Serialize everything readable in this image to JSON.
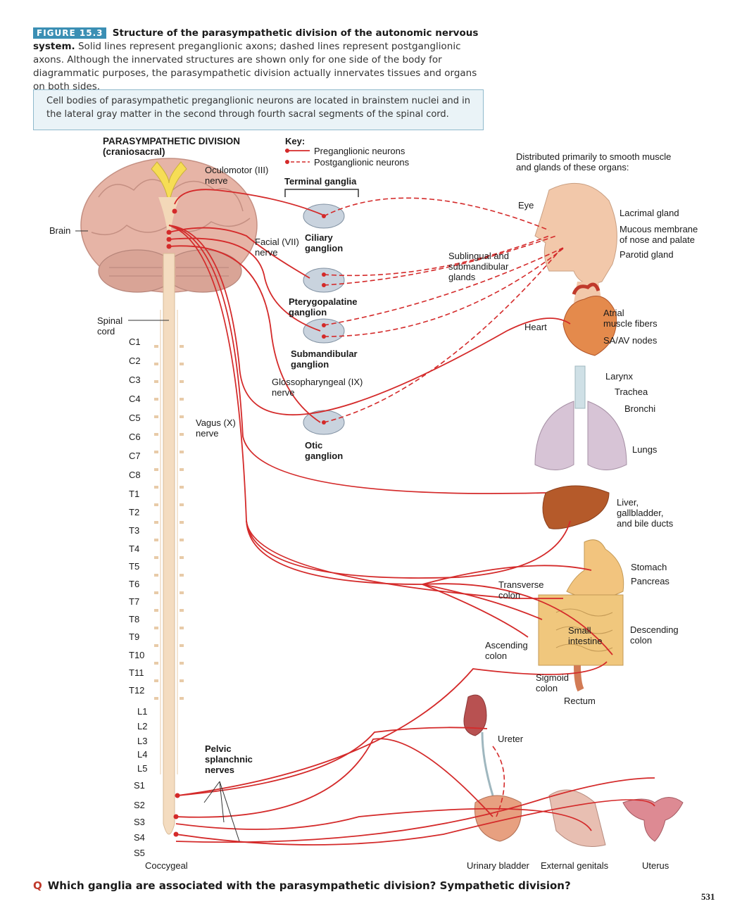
{
  "caption": {
    "figure_tag": "FIGURE 15.3",
    "title": "Structure of the parasympathetic division of the autonomic nervous system.",
    "body": "Solid lines represent preganglionic axons; dashed lines represent postganglionic axons. Although the innervated structures are shown only for one side of the body for diagrammatic purposes, the parasympathetic division actually innervates tissues and organs on both sides."
  },
  "note": "Cell bodies of parasympathetic preganglionic neurons are located in brainstem nuclei and in the lateral gray matter in the second through fourth sacral segments of the spinal cord.",
  "heading": {
    "line1": "PARASYMPATHETIC DIVISION",
    "line2": "(craniosacral)"
  },
  "key": {
    "title": "Key:",
    "pre": "Preganglionic neurons",
    "post": "Postganglionic neurons"
  },
  "distributed": {
    "line1": "Distributed primarily to smooth muscle",
    "line2": "and glands of these organs:"
  },
  "terminal_ganglia": "Terminal ganglia",
  "brain": "Brain",
  "spinal_cord": {
    "line1": "Spinal",
    "line2": "cord"
  },
  "segments": [
    "C1",
    "C2",
    "C3",
    "C4",
    "C5",
    "C6",
    "C7",
    "C8",
    "T1",
    "T2",
    "T3",
    "T4",
    "T5",
    "T6",
    "T7",
    "T8",
    "T9",
    "T10",
    "T11",
    "T12",
    "L1",
    "L2",
    "L3",
    "L4",
    "L5",
    "S1",
    "S2",
    "S3",
    "S4",
    "S5",
    "Coccygeal"
  ],
  "nerves": {
    "oculomotor": {
      "line1": "Oculomotor (III)",
      "line2": "nerve"
    },
    "facial": {
      "line1": "Facial (VII)",
      "line2": "nerve"
    },
    "glossopharyngeal": {
      "line1": "Glossopharyngeal (IX)",
      "line2": "nerve"
    },
    "vagus": {
      "line1": "Vagus (X)",
      "line2": "nerve"
    },
    "pelvic": {
      "line1": "Pelvic",
      "line2": "splanchnic",
      "line3": "nerves"
    }
  },
  "ganglia": {
    "ciliary": {
      "line1": "Ciliary",
      "line2": "ganglion"
    },
    "pterygopalatine": {
      "line1": "Pterygopalatine",
      "line2": "ganglion"
    },
    "submandibular": {
      "line1": "Submandibular",
      "line2": "ganglion"
    },
    "otic": {
      "line1": "Otic",
      "line2": "ganglion"
    }
  },
  "organs": {
    "eye": "Eye",
    "lacrimal": "Lacrimal gland",
    "mucous": {
      "line1": "Mucous membrane",
      "line2": "of nose and palate"
    },
    "parotid": "Parotid gland",
    "sublingual": {
      "line1": "Sublingual and",
      "line2": "submandibular",
      "line3": "glands"
    },
    "heart": "Heart",
    "atrial": {
      "line1": "Atrial",
      "line2": "muscle fibers"
    },
    "sa_av": "SA/AV nodes",
    "larynx": "Larynx",
    "trachea": "Trachea",
    "bronchi": "Bronchi",
    "lungs": "Lungs",
    "liver": {
      "line1": "Liver,",
      "line2": "gallbladder,",
      "line3": "and bile ducts"
    },
    "stomach": "Stomach",
    "pancreas": "Pancreas",
    "transverse": {
      "line1": "Transverse",
      "line2": "colon"
    },
    "small_intestine": {
      "line1": "Small",
      "line2": "intestine"
    },
    "descending": {
      "line1": "Descending",
      "line2": "colon"
    },
    "ascending": {
      "line1": "Ascending",
      "line2": "colon"
    },
    "sigmoid": {
      "line1": "Sigmoid",
      "line2": "colon"
    },
    "rectum": "Rectum",
    "ureter": "Ureter",
    "bladder": "Urinary bladder",
    "genitals": "External genitals",
    "uterus": "Uterus"
  },
  "question": {
    "q": "Q",
    "text": "Which ganglia are associated with the parasympathetic division? Sympathetic division?"
  },
  "page_number": "531",
  "colors": {
    "nerve": "#d42a2a",
    "ganglion": "#c9d3de",
    "brain": "#e8b9ab",
    "cord": "#f3dcc0",
    "accent": "#3b8fb4"
  }
}
